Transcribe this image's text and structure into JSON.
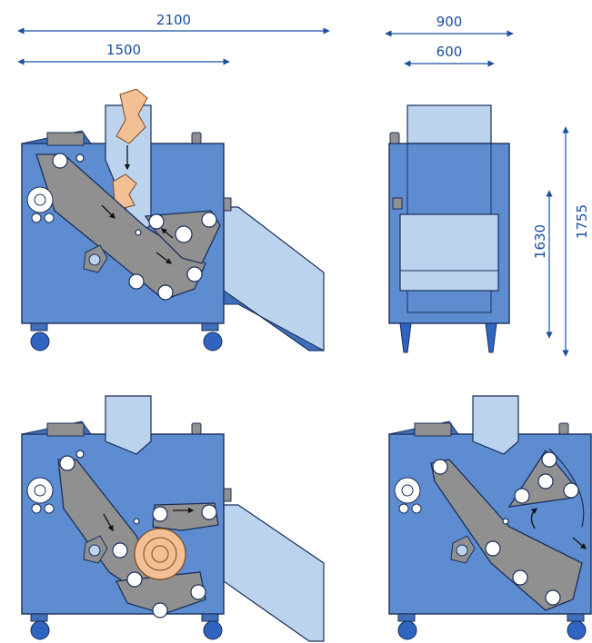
{
  "dimensions": {
    "overall_length": "2100",
    "base_length": "1500",
    "overall_width": "900",
    "base_width": "600",
    "height_lower": "1630",
    "height_upper": "1755"
  },
  "colors": {
    "body": "#5e8cd0",
    "body_dark": "#3f6fb8",
    "outline": "#1a2f5a",
    "light_panel": "#bcd3ee",
    "belt": "#909090",
    "paper": "#f2c094",
    "roller": "#ffffff",
    "dimension": "#1a4fa0",
    "wheel": "#2f64c0"
  }
}
